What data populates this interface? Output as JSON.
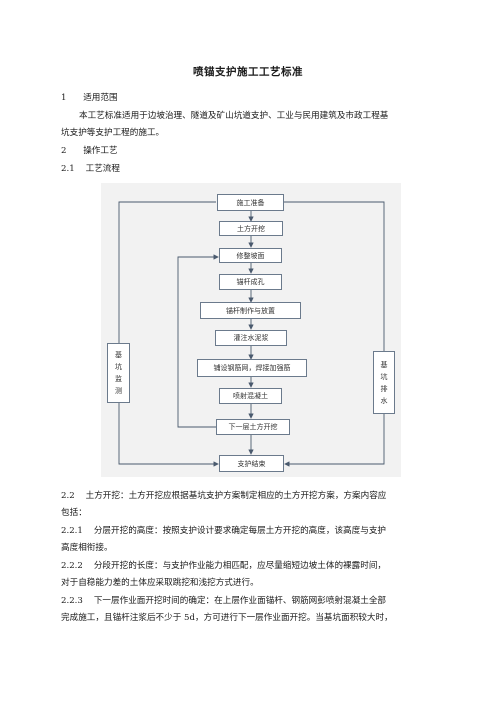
{
  "document": {
    "title": "喷锚支护施工工艺标准",
    "section1": {
      "num": "1",
      "heading": "适用范围"
    },
    "section1_body": {
      "line1": "本工艺标准适用于边坡治理、隧道及矿山坑道支护、工业与民用建筑及市政工程基",
      "line2": "坑支护等支护工程的施工。"
    },
    "section2": {
      "num": "2",
      "heading": "操作工艺"
    },
    "section2_1": {
      "num": "2.1",
      "heading": "工艺流程"
    },
    "flowchart": {
      "steps": [
        "施工准备",
        "土方开挖",
        "修整坡面",
        "锚杆成孔",
        "锚杆制作与放置",
        "灌注水泥浆",
        "铺设钢筋网，焊接加强筋",
        "喷射混凝土",
        "下一层土方开挖",
        "支护结束"
      ],
      "left_box": [
        "基",
        "坑",
        "监",
        "测"
      ],
      "right_box": [
        "基",
        "坑",
        "排",
        "水"
      ]
    },
    "para_2_2": {
      "num": "2.2",
      "line1": "土方开挖：土方开挖应根据基坑支护方案制定相应的土方开挖方案，方案内容应",
      "line2": "包括："
    },
    "para_2_2_1": {
      "num": "2.2.1",
      "line1": "分层开挖的高度：按照支护设计要求确定每层土方开挖的高度，该高度与支护",
      "line2": "高度相衔接。"
    },
    "para_2_2_2": {
      "num": "2.2.2",
      "line1": "分段开挖的长度：与支护作业能力相匹配，应尽量缩短边坡土体的裸露时间，",
      "line2": "对于自稳能力差的土体应采取跳挖和浅挖方式进行。"
    },
    "para_2_2_3": {
      "num": "2.2.3",
      "line1": "下一层作业面开挖时间的确定：在上层作业面锚杆、钢筋网彭喷射混凝土全部",
      "line2": "完成施工，且锚杆注浆后不少于 5d，方可进行下一层作业面开挖。当基坑面积较大时，"
    }
  }
}
